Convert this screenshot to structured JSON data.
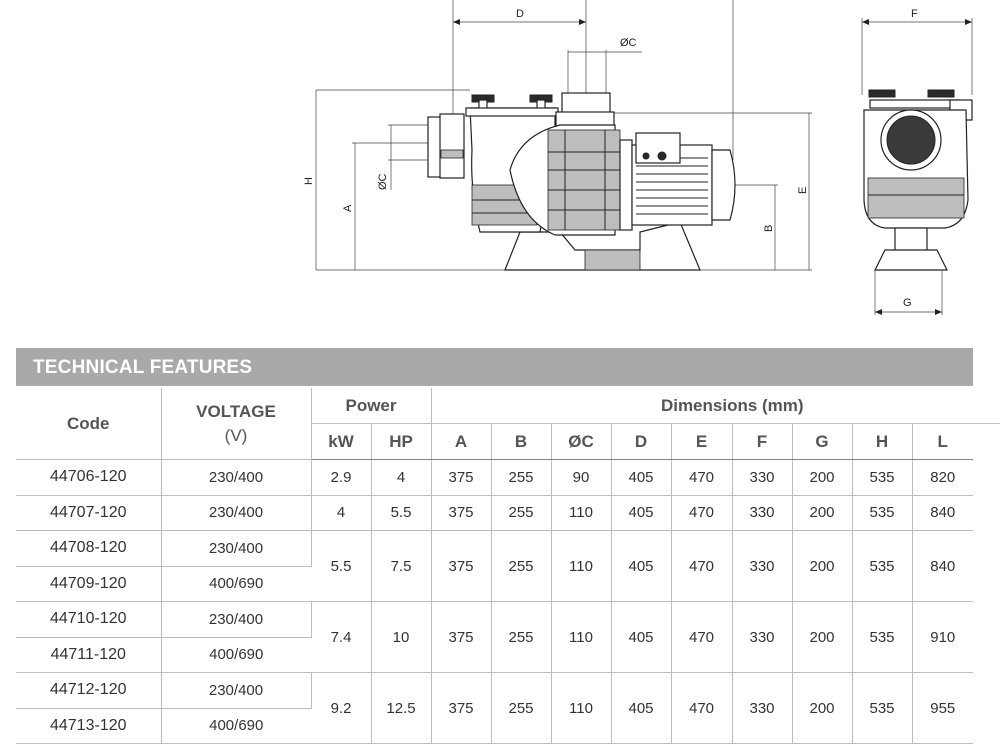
{
  "drawing": {
    "dim_labels": {
      "D": "D",
      "C_top": "ØC",
      "H": "H",
      "C_side": "ØC",
      "A": "A",
      "B": "B",
      "E": "E",
      "F": "F",
      "G": "G"
    }
  },
  "section_title": "TECHNICAL FEATURES",
  "table": {
    "headers": {
      "code": "Code",
      "voltage": "VOLTAGE",
      "voltage_unit": "(V)",
      "power": "Power",
      "dimensions": "Dimensions (mm)",
      "kw": "kW",
      "hp": "HP",
      "A": "A",
      "B": "B",
      "C": "ØC",
      "D": "D",
      "E": "E",
      "F": "F",
      "G": "G",
      "H": "H",
      "L": "L"
    },
    "rows": [
      {
        "code": "44706-120",
        "voltage": "230/400"
      },
      {
        "code": "44707-120",
        "voltage": "230/400"
      },
      {
        "code": "44708-120",
        "voltage": "230/400"
      },
      {
        "code": "44709-120",
        "voltage": "400/690"
      },
      {
        "code": "44710-120",
        "voltage": "230/400"
      },
      {
        "code": "44711-120",
        "voltage": "400/690"
      },
      {
        "code": "44712-120",
        "voltage": "230/400"
      },
      {
        "code": "44713-120",
        "voltage": "400/690"
      }
    ],
    "groups": [
      {
        "kw": "2.9",
        "hp": "4",
        "A": "375",
        "B": "255",
        "C": "90",
        "D": "405",
        "E": "470",
        "F": "330",
        "G": "200",
        "H": "535",
        "L": "820"
      },
      {
        "kw": "4",
        "hp": "5.5",
        "A": "375",
        "B": "255",
        "C": "110",
        "D": "405",
        "E": "470",
        "F": "330",
        "G": "200",
        "H": "535",
        "L": "840"
      },
      {
        "kw": "5.5",
        "hp": "7.5",
        "A": "375",
        "B": "255",
        "C": "110",
        "D": "405",
        "E": "470",
        "F": "330",
        "G": "200",
        "H": "535",
        "L": "840"
      },
      {
        "kw": "7.4",
        "hp": "10",
        "A": "375",
        "B": "255",
        "C": "110",
        "D": "405",
        "E": "470",
        "F": "330",
        "G": "200",
        "H": "535",
        "L": "910"
      },
      {
        "kw": "9.2",
        "hp": "12.5",
        "A": "375",
        "B": "255",
        "C": "110",
        "D": "405",
        "E": "470",
        "F": "330",
        "G": "200",
        "H": "535",
        "L": "955"
      }
    ]
  }
}
